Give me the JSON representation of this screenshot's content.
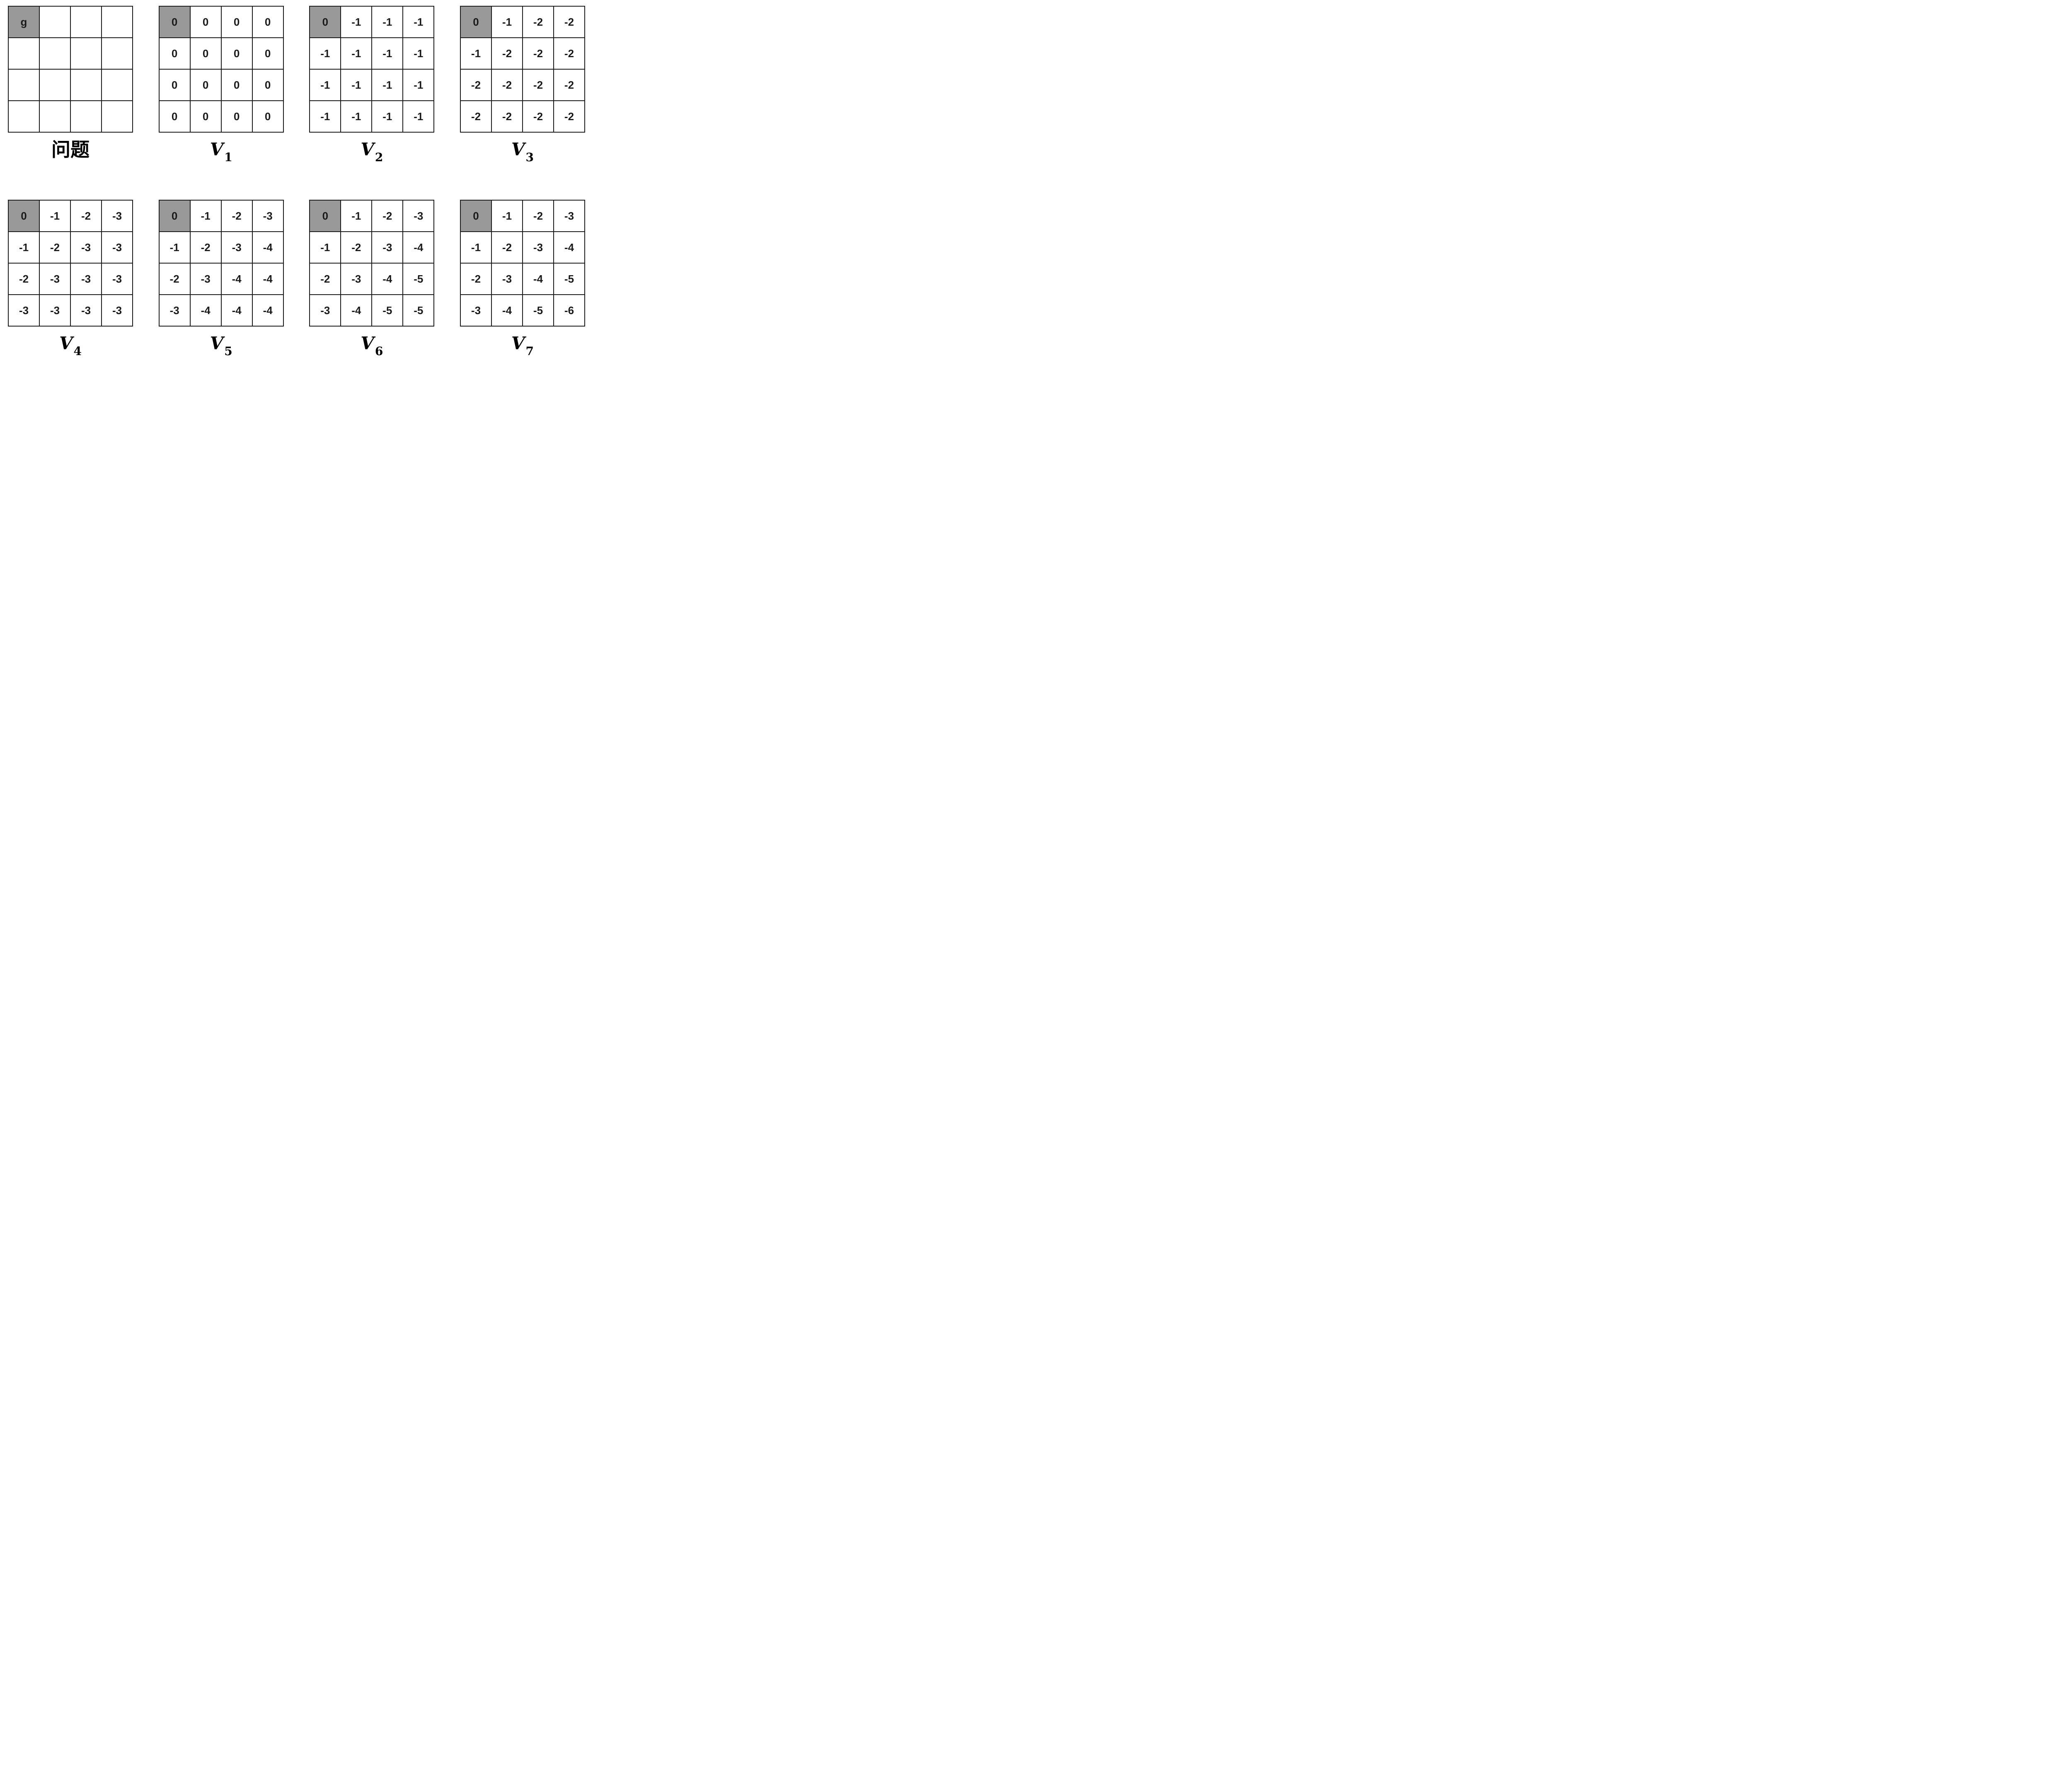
{
  "figure": {
    "description_colors": {
      "goal_cell_bg": "#999999",
      "grid_line": "#1a1a1a",
      "cell_bg": "#ffffff",
      "page_bg": "#ffffff"
    },
    "grid_rows": 4,
    "grid_cols": 4,
    "panels": [
      {
        "name": "problem",
        "caption": {
          "text": "问题"
        },
        "highlight_cell": {
          "row": 0,
          "col": 0
        },
        "cells": [
          [
            "g",
            "",
            "",
            ""
          ],
          [
            "",
            "",
            "",
            ""
          ],
          [
            "",
            "",
            "",
            ""
          ],
          [
            "",
            "",
            "",
            ""
          ]
        ]
      },
      {
        "name": "v1",
        "caption": {
          "base": "V",
          "sub": "1"
        },
        "highlight_cell": {
          "row": 0,
          "col": 0
        },
        "cells": [
          [
            "0",
            "0",
            "0",
            "0"
          ],
          [
            "0",
            "0",
            "0",
            "0"
          ],
          [
            "0",
            "0",
            "0",
            "0"
          ],
          [
            "0",
            "0",
            "0",
            "0"
          ]
        ]
      },
      {
        "name": "v2",
        "caption": {
          "base": "V",
          "sub": "2"
        },
        "highlight_cell": {
          "row": 0,
          "col": 0
        },
        "cells": [
          [
            "0",
            "-1",
            "-1",
            "-1"
          ],
          [
            "-1",
            "-1",
            "-1",
            "-1"
          ],
          [
            "-1",
            "-1",
            "-1",
            "-1"
          ],
          [
            "-1",
            "-1",
            "-1",
            "-1"
          ]
        ]
      },
      {
        "name": "v3",
        "caption": {
          "base": "V",
          "sub": "3"
        },
        "highlight_cell": {
          "row": 0,
          "col": 0
        },
        "cells": [
          [
            "0",
            "-1",
            "-2",
            "-2"
          ],
          [
            "-1",
            "-2",
            "-2",
            "-2"
          ],
          [
            "-2",
            "-2",
            "-2",
            "-2"
          ],
          [
            "-2",
            "-2",
            "-2",
            "-2"
          ]
        ]
      },
      {
        "name": "v4",
        "caption": {
          "base": "V",
          "sub": "4"
        },
        "highlight_cell": {
          "row": 0,
          "col": 0
        },
        "cells": [
          [
            "0",
            "-1",
            "-2",
            "-3"
          ],
          [
            "-1",
            "-2",
            "-3",
            "-3"
          ],
          [
            "-2",
            "-3",
            "-3",
            "-3"
          ],
          [
            "-3",
            "-3",
            "-3",
            "-3"
          ]
        ]
      },
      {
        "name": "v5",
        "caption": {
          "base": "V",
          "sub": "5"
        },
        "highlight_cell": {
          "row": 0,
          "col": 0
        },
        "cells": [
          [
            "0",
            "-1",
            "-2",
            "-3"
          ],
          [
            "-1",
            "-2",
            "-3",
            "-4"
          ],
          [
            "-2",
            "-3",
            "-4",
            "-4"
          ],
          [
            "-3",
            "-4",
            "-4",
            "-4"
          ]
        ]
      },
      {
        "name": "v6",
        "caption": {
          "base": "V",
          "sub": "6"
        },
        "highlight_cell": {
          "row": 0,
          "col": 0
        },
        "cells": [
          [
            "0",
            "-1",
            "-2",
            "-3"
          ],
          [
            "-1",
            "-2",
            "-3",
            "-4"
          ],
          [
            "-2",
            "-3",
            "-4",
            "-5"
          ],
          [
            "-3",
            "-4",
            "-5",
            "-5"
          ]
        ]
      },
      {
        "name": "v7",
        "caption": {
          "base": "V",
          "sub": "7"
        },
        "highlight_cell": {
          "row": 0,
          "col": 0
        },
        "cells": [
          [
            "0",
            "-1",
            "-2",
            "-3"
          ],
          [
            "-1",
            "-2",
            "-3",
            "-4"
          ],
          [
            "-2",
            "-3",
            "-4",
            "-5"
          ],
          [
            "-3",
            "-4",
            "-5",
            "-6"
          ]
        ]
      }
    ]
  }
}
